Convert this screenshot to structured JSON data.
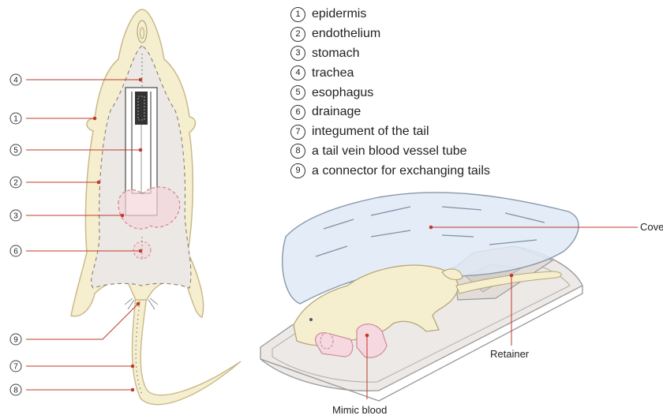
{
  "legend": [
    {
      "num": "1",
      "text": "epidermis"
    },
    {
      "num": "2",
      "text": "endothelium"
    },
    {
      "num": "3",
      "text": "stomach"
    },
    {
      "num": "4",
      "text": "trachea"
    },
    {
      "num": "5",
      "text": "esophagus"
    },
    {
      "num": "6",
      "text": "drainage"
    },
    {
      "num": "7",
      "text": "integument of the tail"
    },
    {
      "num": "8",
      "text": "a tail vein blood vessel tube"
    },
    {
      "num": "9",
      "text": "a connector for exchanging tails"
    }
  ],
  "left_markers": [
    "4",
    "1",
    "5",
    "2",
    "3",
    "6",
    "9",
    "7",
    "8"
  ],
  "labels": {
    "cover": "Cover",
    "retainer": "Retainer",
    "mimic_blood": "Mimic blood"
  },
  "colors": {
    "body_fill": "#f6efcf",
    "body_outline": "#c9b98a",
    "leader": "#c0392b",
    "cover_fill": "#dfe9f6",
    "cover_outline": "#8899aa",
    "retainer_fill": "#ece9e6",
    "mimic_fill": "#f5d8e0"
  }
}
